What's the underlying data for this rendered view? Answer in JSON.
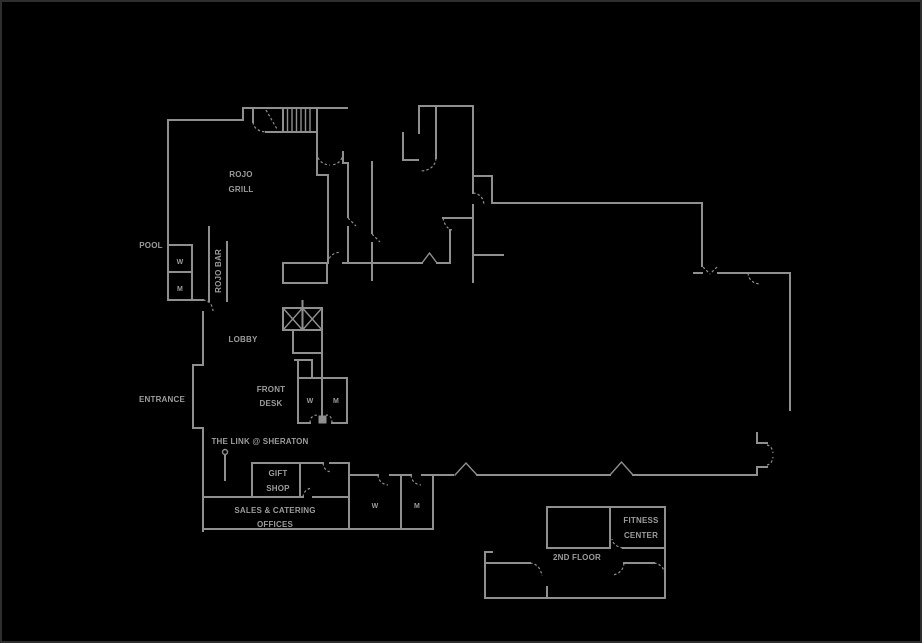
{
  "colors": {
    "background": "#000000",
    "walls": "#8f8f8f",
    "text": "#9c9c9c",
    "frame_border": "#2e2e2e"
  },
  "floorplan": {
    "labels": {
      "pool": "POOL",
      "rojo_grill": [
        "ROJO",
        "GRILL"
      ],
      "rojo_bar": "ROJO BAR",
      "lobby": "LOBBY",
      "entrance": "ENTRANCE",
      "front_desk": [
        "FRONT",
        "DESK"
      ],
      "the_link": "THE LINK @ SHERATON",
      "gift_shop": [
        "GIFT",
        "SHOP"
      ],
      "sales_catering": [
        "SALES & CATERING",
        "OFFICES"
      ],
      "fitness_center": [
        "FITNESS",
        "CENTER"
      ],
      "second_floor": "2ND FLOOR",
      "restroom_women": "W",
      "restroom_men": "M"
    },
    "icons": [
      "stairs-icon",
      "elevator-icon",
      "door-swing-icon",
      "double-door-icon",
      "sign-post-icon"
    ]
  }
}
